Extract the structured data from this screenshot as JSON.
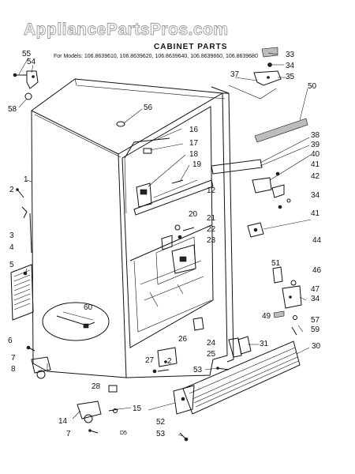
{
  "watermark": "AppliancePartsPros.com",
  "title": "CABINET PARTS",
  "models_line": "For Models: 106.8639610, 106.8639620, 106.8639640, 106.8639660, 106.8639680",
  "footer_code": "D5",
  "callouts": [
    "55",
    "54",
    "58",
    "56",
    "16",
    "17",
    "18",
    "19",
    "12",
    "20",
    "21",
    "22",
    "23",
    "1",
    "2",
    "3",
    "4",
    "5",
    "6",
    "7",
    "8",
    "60",
    "33",
    "34",
    "35",
    "37",
    "50",
    "38",
    "39",
    "40",
    "41",
    "42",
    "34",
    "41",
    "44",
    "51",
    "46",
    "47",
    "34",
    "57",
    "59",
    "49",
    "30",
    "31",
    "26",
    "24",
    "25",
    "27",
    "2",
    "53",
    "28",
    "14",
    "15",
    "52",
    "7",
    "53"
  ]
}
